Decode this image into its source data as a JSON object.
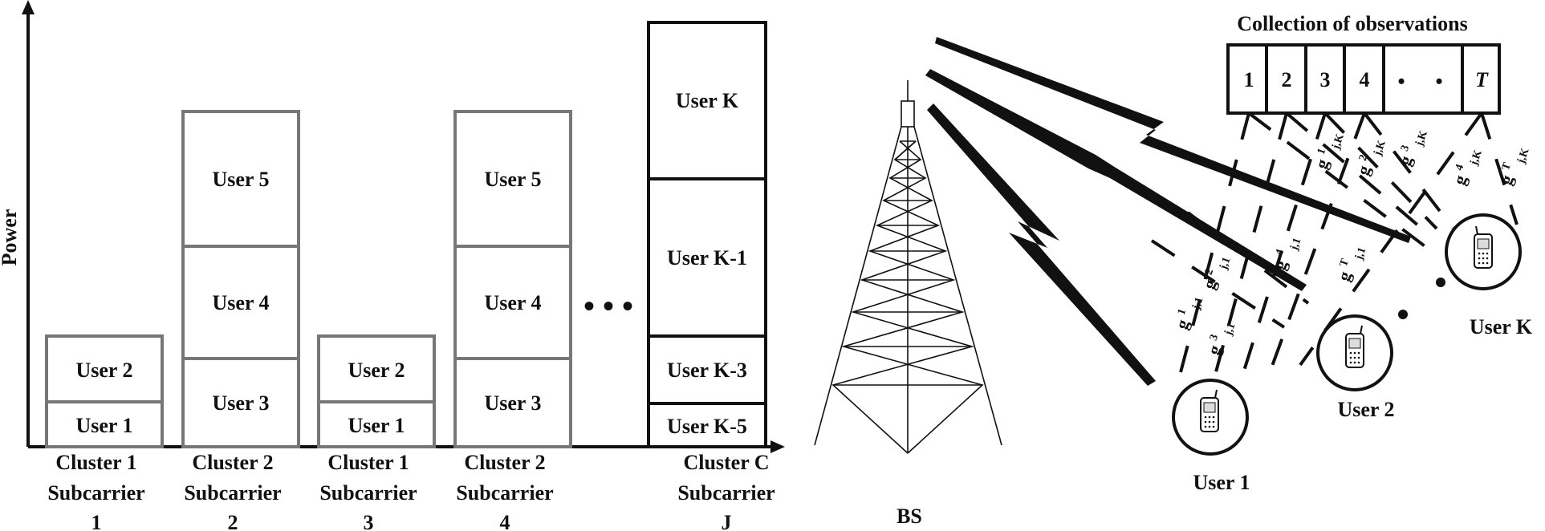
{
  "left_diagram": {
    "y_axis_label": "Power",
    "ellipsis": "• • •",
    "columns": [
      {
        "label": [
          "Cluster 1",
          "Subcarrier",
          "1"
        ],
        "users": [
          "User 1",
          "User 2"
        ]
      },
      {
        "label": [
          "Cluster 2",
          "Subcarrier",
          "2"
        ],
        "users": [
          "User 3",
          "User 4",
          "User 5"
        ]
      },
      {
        "label": [
          "Cluster 1",
          "Subcarrier",
          "3"
        ],
        "users": [
          "User 1",
          "User 2"
        ]
      },
      {
        "label": [
          "Cluster 2",
          "Subcarrier",
          "4"
        ],
        "users": [
          "User 3",
          "User 4",
          "User 5"
        ]
      },
      {
        "label": [
          "Cluster C",
          "Subcarrier",
          "J"
        ],
        "users": [
          "User K-5",
          "User K-3",
          "User K-1",
          "User K"
        ]
      }
    ]
  },
  "right_diagram": {
    "title": "Collection of observations",
    "observations": [
      "1",
      "2",
      "3",
      "4",
      "•",
      "•",
      "T"
    ],
    "base_station_label": "BS",
    "users": [
      "User 1",
      "User 2",
      "User K"
    ],
    "channel_labels_user1": [
      {
        "base": "g",
        "sup": "1",
        "sub": "j,1"
      },
      {
        "base": "g",
        "sup": "2",
        "sub": "j,1"
      },
      {
        "base": "g",
        "sup": "3",
        "sub": "j,1"
      },
      {
        "base": "g",
        "sup": "4",
        "sub": "j,1"
      },
      {
        "base": "g",
        "sup": "T",
        "sub": "j,1"
      }
    ],
    "channel_labels_userK": [
      {
        "base": "g",
        "sup": "1",
        "sub": "j,K"
      },
      {
        "base": "g",
        "sup": "2",
        "sub": "j,K"
      },
      {
        "base": "g",
        "sup": "3",
        "sub": "j,K"
      },
      {
        "base": "g",
        "sup": "4",
        "sub": "j,K"
      },
      {
        "base": "g",
        "sup": "T",
        "sub": "j,K"
      }
    ]
  },
  "colors": {
    "cluster_box_gray": "#777777",
    "cluster_box_dark": "#111111",
    "ink": "#111111"
  }
}
